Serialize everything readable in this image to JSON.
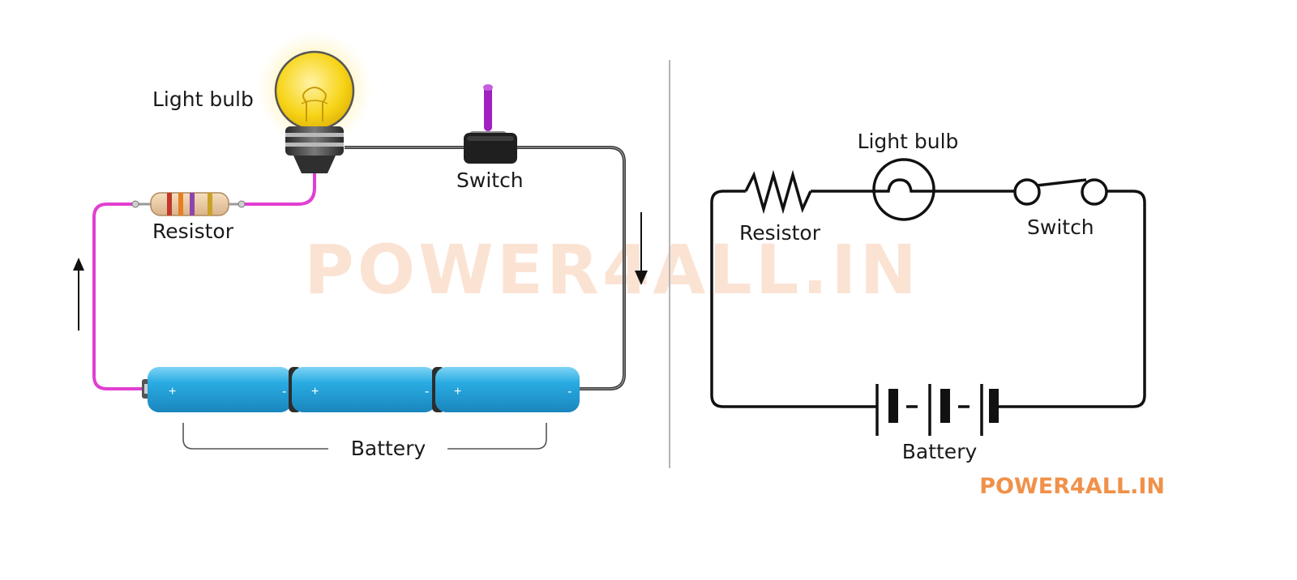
{
  "colors": {
    "brand_orange": "#f0914a",
    "watermark_orange": "#fbe3d4",
    "wire_pink": "#e13fd2",
    "wire_gray": "#3a3a3a",
    "battery_blue": "#29abe2",
    "bulb_yellow": "#f7d417",
    "switch_purple": "#a020c0",
    "divider_gray": "#b5b5b5"
  },
  "watermark": "POWER4ALL.IN",
  "brand": "POWER4ALL.IN",
  "pictorial": {
    "bulb_label": "Light bulb",
    "switch_label": "Switch",
    "resistor_label": "Resistor",
    "battery_label": "Battery",
    "cell_plus": "+",
    "cell_minus": "-"
  },
  "schematic": {
    "bulb_label": "Light bulb",
    "switch_label": "Switch",
    "resistor_label": "Resistor",
    "battery_label": "Battery"
  }
}
